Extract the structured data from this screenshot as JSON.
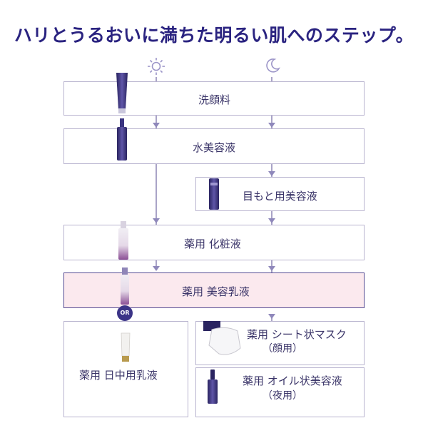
{
  "title": "ハリとうるおいに満ちた明るい肌へのステップ。",
  "icons": {
    "day": "sun-icon",
    "night": "moon-icon"
  },
  "colors": {
    "accent": "#3b3487",
    "highlight": "#fbe9ee",
    "line": "#a9a3c7"
  },
  "steps": {
    "cleanser": "洗顔料",
    "essence_water": "水美容液",
    "eye_serum": "目もと用美容液",
    "lotion": "薬用 化粧液",
    "emulsion": "薬用 美容乳液",
    "or": "OR",
    "day_emulsion": "薬用 日中用乳液",
    "sheet_mask": "薬用 シート状マスク",
    "sheet_mask_sub": "（顔用）",
    "oil_serum": "薬用 オイル状美容液",
    "oil_serum_sub": "（夜用）"
  }
}
